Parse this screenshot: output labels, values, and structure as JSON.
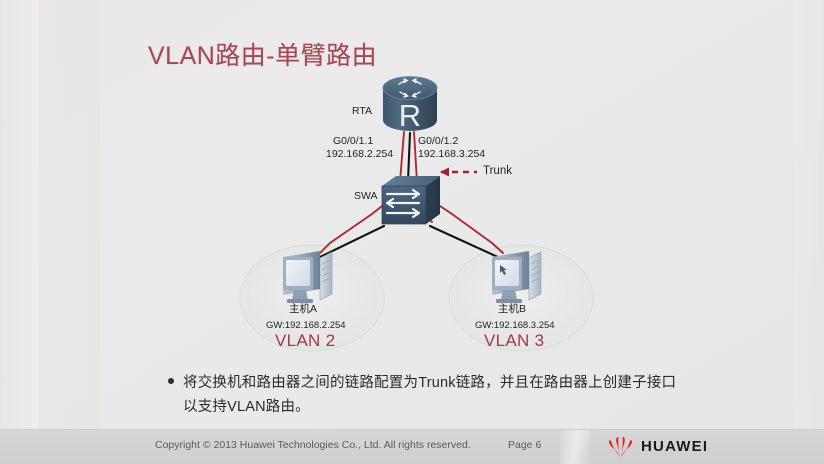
{
  "slide": {
    "title": "VLAN路由-单臂路由",
    "title_color": "#a24a58",
    "background_color": "#e9e8e6"
  },
  "diagram": {
    "router": {
      "name": "RTA",
      "glyph": "R",
      "interfaces": [
        {
          "name": "G0/0/1.1",
          "ip": "192.168.2.254"
        },
        {
          "name": "G0/0/1.2",
          "ip": "192.168.3.254"
        }
      ]
    },
    "switch": {
      "name": "SWA"
    },
    "trunk": {
      "label": "Trunk",
      "arrow_color": "#9b2430",
      "style": "dashed"
    },
    "hosts": [
      {
        "name": "主机A",
        "gateway": "GW:192.168.2.254",
        "vlan": "VLAN 2"
      },
      {
        "name": "主机B",
        "gateway": "GW:192.168.3.254",
        "vlan": "VLAN 3"
      }
    ],
    "link_colors": {
      "physical": "#1a1a1a",
      "logical": "#b02a33"
    }
  },
  "body": {
    "bullet": "将交换机和路由器之间的链路配置为Trunk链路，并且在路由器上创建子接口以支持VLAN路由。"
  },
  "footer": {
    "copyright": "Copyright © 2013 Huawei Technologies Co., Ltd. All rights reserved.",
    "page": "Page 6",
    "brand": "HUAWEI",
    "brand_color": "#e2231a"
  }
}
